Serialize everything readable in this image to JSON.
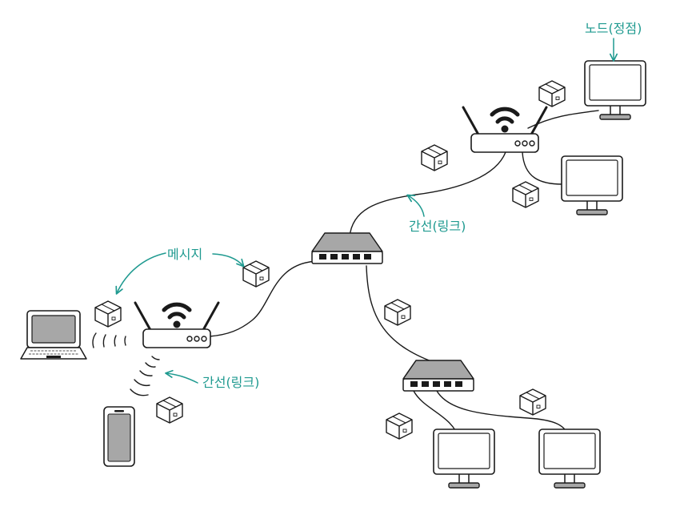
{
  "colors": {
    "ink": "#1a1a1a",
    "annotation": "#1f9a90",
    "screen": "#a7a7a7",
    "device_body": "#ffffff",
    "background": "#ffffff"
  },
  "labels": {
    "node": "노드(정점)",
    "message": "메시지",
    "link_top": "간선(링크)",
    "link_bottom": "간선(링크)"
  },
  "icons": [
    "wifi-router-icon",
    "network-switch-icon",
    "monitor-icon",
    "laptop-icon",
    "smartphone-icon",
    "packet-box-icon",
    "wifi-signal-icon",
    "arrow-icon"
  ]
}
